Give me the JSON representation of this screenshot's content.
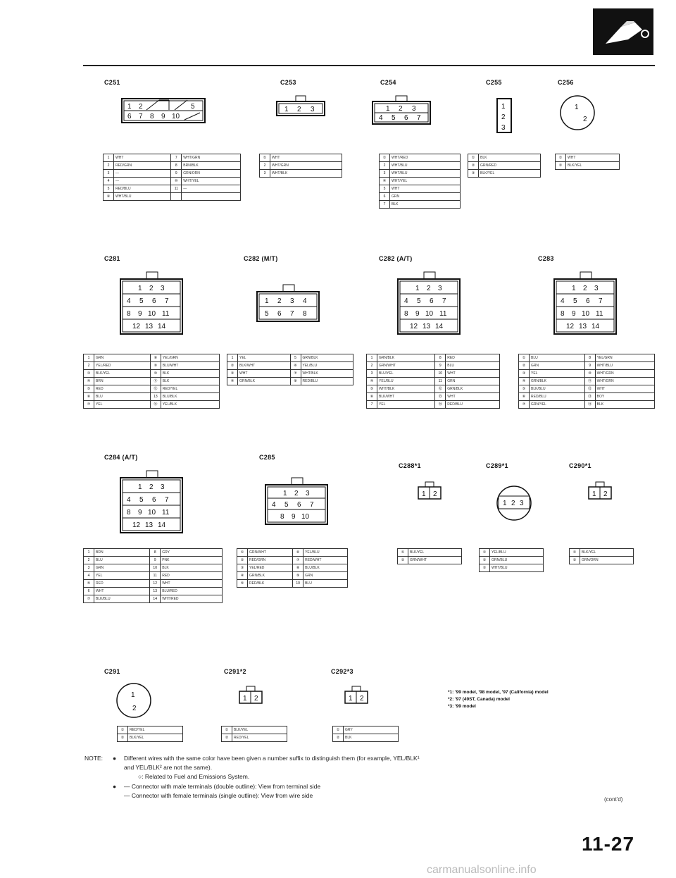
{
  "connectors": {
    "C251": {
      "name": "C251",
      "pins": [
        [
          "1",
          "WHT"
        ],
        [
          "7",
          "WHT/GRN"
        ],
        [
          "2",
          "RED/GRN"
        ],
        [
          "8",
          "BRN/BLK"
        ],
        [
          "3",
          "—"
        ],
        [
          "9",
          "GRN/ORN"
        ],
        [
          "4",
          "—"
        ],
        [
          "⑩",
          "WHT/YEL"
        ],
        [
          "5",
          "RED/BLU"
        ],
        [
          "11",
          "—"
        ],
        [
          "⑥",
          "WHT/BLU"
        ]
      ]
    },
    "C253": {
      "name": "C253",
      "pins": [
        [
          "①",
          "WHT"
        ],
        [
          "2",
          "WHT/GRN"
        ],
        [
          "3",
          "WHT/BLK"
        ]
      ]
    },
    "C254": {
      "name": "C254",
      "pins": [
        [
          "①",
          "WHT/RED"
        ],
        [
          "2",
          "WHT/BLU"
        ],
        [
          "3",
          "WHT/BLU"
        ],
        [
          "④",
          "WHT/YEL"
        ],
        [
          "5",
          "WHT"
        ],
        [
          "6",
          "GRN"
        ],
        [
          "7",
          "BLK"
        ]
      ]
    },
    "C255": {
      "name": "C255",
      "pins": [
        [
          "①",
          "BLK"
        ],
        [
          "②",
          "GRN/RED"
        ],
        [
          "③",
          "BLK/YEL"
        ]
      ]
    },
    "C256": {
      "name": "C256",
      "pins": [
        [
          "①",
          "WHT"
        ],
        [
          "②",
          "BLK/YEL"
        ]
      ]
    },
    "C281": {
      "name": "C281",
      "pins": [
        [
          "1",
          "GRN"
        ],
        [
          "⑧",
          "YEL/GRN"
        ],
        [
          "2",
          "YEL/RED"
        ],
        [
          "⑨",
          "BLU/WHT"
        ],
        [
          "③",
          "BLK/YEL"
        ],
        [
          "⑩",
          "BLK"
        ],
        [
          "④",
          "BRN"
        ],
        [
          "⑪",
          "BLK"
        ],
        [
          "⑤",
          "RED"
        ],
        [
          "⑫",
          "RED/YEL"
        ],
        [
          "⑥",
          "BLU"
        ],
        [
          "13",
          "BLU/BLK"
        ],
        [
          "⑦",
          "YEL"
        ],
        [
          "⑭",
          "YEL/BLK"
        ]
      ]
    },
    "C282MT": {
      "name": "C282 (M/T)",
      "pins": [
        [
          "1",
          "YEL"
        ],
        [
          "5",
          "GRN/BLK"
        ],
        [
          "②",
          "BLK/WHT"
        ],
        [
          "⑥",
          "YEL/BLU"
        ],
        [
          "③",
          "WHT"
        ],
        [
          "⑦",
          "WHT/BLK"
        ],
        [
          "④",
          "GRN/BLK"
        ],
        [
          "⑧",
          "RED/BLU"
        ]
      ]
    },
    "C282AT": {
      "name": "C282 (A/T)",
      "pins": [
        [
          "1",
          "GRN/BLK"
        ],
        [
          "8",
          "RED"
        ],
        [
          "2",
          "GRN/WHT"
        ],
        [
          "9",
          "BLU"
        ],
        [
          "3",
          "BLU/YEL"
        ],
        [
          "10",
          "WHT"
        ],
        [
          "④",
          "YEL/BLU"
        ],
        [
          "11",
          "GRN"
        ],
        [
          "⑤",
          "WHT/BLK"
        ],
        [
          "⑫",
          "GRN/BLK"
        ],
        [
          "⑥",
          "BLK/WHT"
        ],
        [
          "⑬",
          "WHT"
        ],
        [
          "7",
          "YEL"
        ],
        [
          "⑭",
          "RED/BLU"
        ]
      ]
    },
    "C283": {
      "name": "C283",
      "pins": [
        [
          "①",
          "BLU"
        ],
        [
          "8",
          "YEL/GRN"
        ],
        [
          "②",
          "GRN"
        ],
        [
          "9",
          "WHT/BLU"
        ],
        [
          "③",
          "YEL"
        ],
        [
          "⑩",
          "WHT/GRN"
        ],
        [
          "④",
          "GRN/BLK"
        ],
        [
          "⑪",
          "WHT/GRN"
        ],
        [
          "⑤",
          "BLK/BLU"
        ],
        [
          "⑫",
          "WHT"
        ],
        [
          "⑥",
          "RED/BLU"
        ],
        [
          "⑬",
          "BOY"
        ],
        [
          "⑦",
          "GRN/YEL"
        ],
        [
          "⑭",
          "BLK"
        ]
      ]
    },
    "C284AT": {
      "name": "C284 (A/T)",
      "pins": [
        [
          "1",
          "BRN"
        ],
        [
          "8",
          "GRY"
        ],
        [
          "2",
          "BLU"
        ],
        [
          "9",
          "PNK"
        ],
        [
          "3",
          "GRN"
        ],
        [
          "10",
          "BLK"
        ],
        [
          "4",
          "YEL"
        ],
        [
          "11",
          "RED"
        ],
        [
          "⑤",
          "RED"
        ],
        [
          "12",
          "WHT"
        ],
        [
          "6",
          "WHT"
        ],
        [
          "13",
          "BLU/RED"
        ],
        [
          "⑦",
          "BLK/BLU"
        ],
        [
          "14",
          "WHT/RED"
        ]
      ]
    },
    "C285": {
      "name": "C285",
      "pins": [
        [
          "①",
          "GRN/WHT"
        ],
        [
          "⑥",
          "YEL/BLU"
        ],
        [
          "②",
          "RED/GRN"
        ],
        [
          "⑦",
          "RED/WHT"
        ],
        [
          "③",
          "YEL/RED"
        ],
        [
          "⑧",
          "BLU/BLK"
        ],
        [
          "④",
          "GRN/BLK"
        ],
        [
          "⑨",
          "GRN"
        ],
        [
          "⑤",
          "RED/BLK"
        ],
        [
          "10",
          "BLU"
        ]
      ]
    },
    "C288": {
      "name": "C288*1",
      "pins": [
        [
          "①",
          "BLK/YEL"
        ],
        [
          "②",
          "GRN/WHT"
        ]
      ]
    },
    "C289": {
      "name": "C289*1",
      "pins": [
        [
          "①",
          "YEL/BLU"
        ],
        [
          "②",
          "GRN/BLU"
        ],
        [
          "③",
          "WHT/BLU"
        ]
      ]
    },
    "C290": {
      "name": "C290*1",
      "pins": [
        [
          "①",
          "BLK/YEL"
        ],
        [
          "②",
          "GRN/ORN"
        ]
      ]
    },
    "C291": {
      "name": "C291",
      "pins": [
        [
          "①",
          "RED/YEL"
        ],
        [
          "②",
          "BLK/YEL"
        ]
      ]
    },
    "C291b": {
      "name": "C291*2",
      "pins": [
        [
          "①",
          "BLK/YEL"
        ],
        [
          "②",
          "RED/YEL"
        ]
      ]
    },
    "C292": {
      "name": "C292*3",
      "pins": [
        [
          "①",
          "GRY"
        ],
        [
          "②",
          "BLK"
        ]
      ]
    }
  },
  "legend": {
    "l1": "*1: '99 model, '98 model, '97 (California) model",
    "l2": "*2: '97 (49ST, Canada) model",
    "l3": "*3: '99 model"
  },
  "notes": {
    "label": "NOTE:",
    "b1": "Different wires with the same color have been given a number suffix to distinguish them (for example, YEL/BLK¹",
    "b1b": "and YEL/BLK² are not the same).",
    "b2": "○: Related to Fuel and Emissions System.",
    "b3": "— Connector with male terminals (double outline): View from terminal side",
    "b4": "— Connector with female terminals (single outline): View from wire side"
  },
  "contd": "(cont'd)",
  "page_number": "11-27",
  "watermark": "carmanualsonline.info"
}
